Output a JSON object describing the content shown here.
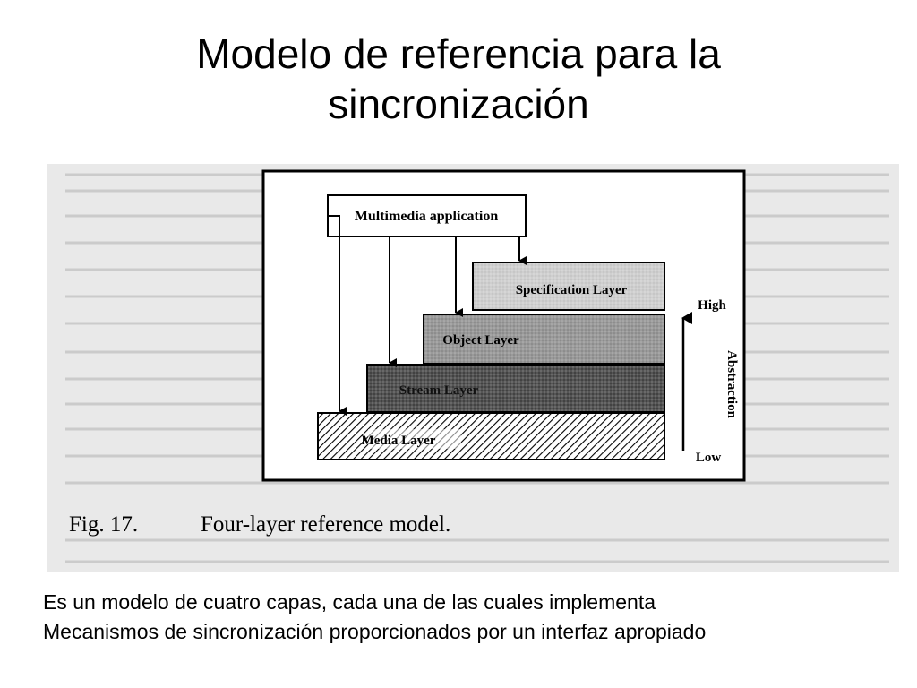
{
  "slide": {
    "title_line1": "Modelo de referencia para la",
    "title_line2": "sincronización"
  },
  "figure": {
    "top_box": "Multimedia application",
    "layers": {
      "specification": "Specification Layer",
      "object": "Object Layer",
      "stream": "Stream Layer",
      "media": "Media Layer"
    },
    "scale": {
      "high": "High",
      "low": "Low",
      "axis": "Abstraction"
    },
    "caption_number": "Fig. 17.",
    "caption_text": "Four-layer reference model."
  },
  "body": {
    "line1": "Es un modelo de cuatro capas, cada una de las cuales implementa",
    "line2": "Mecanismos de sincronización proporcionados por un interfaz apropiado"
  }
}
